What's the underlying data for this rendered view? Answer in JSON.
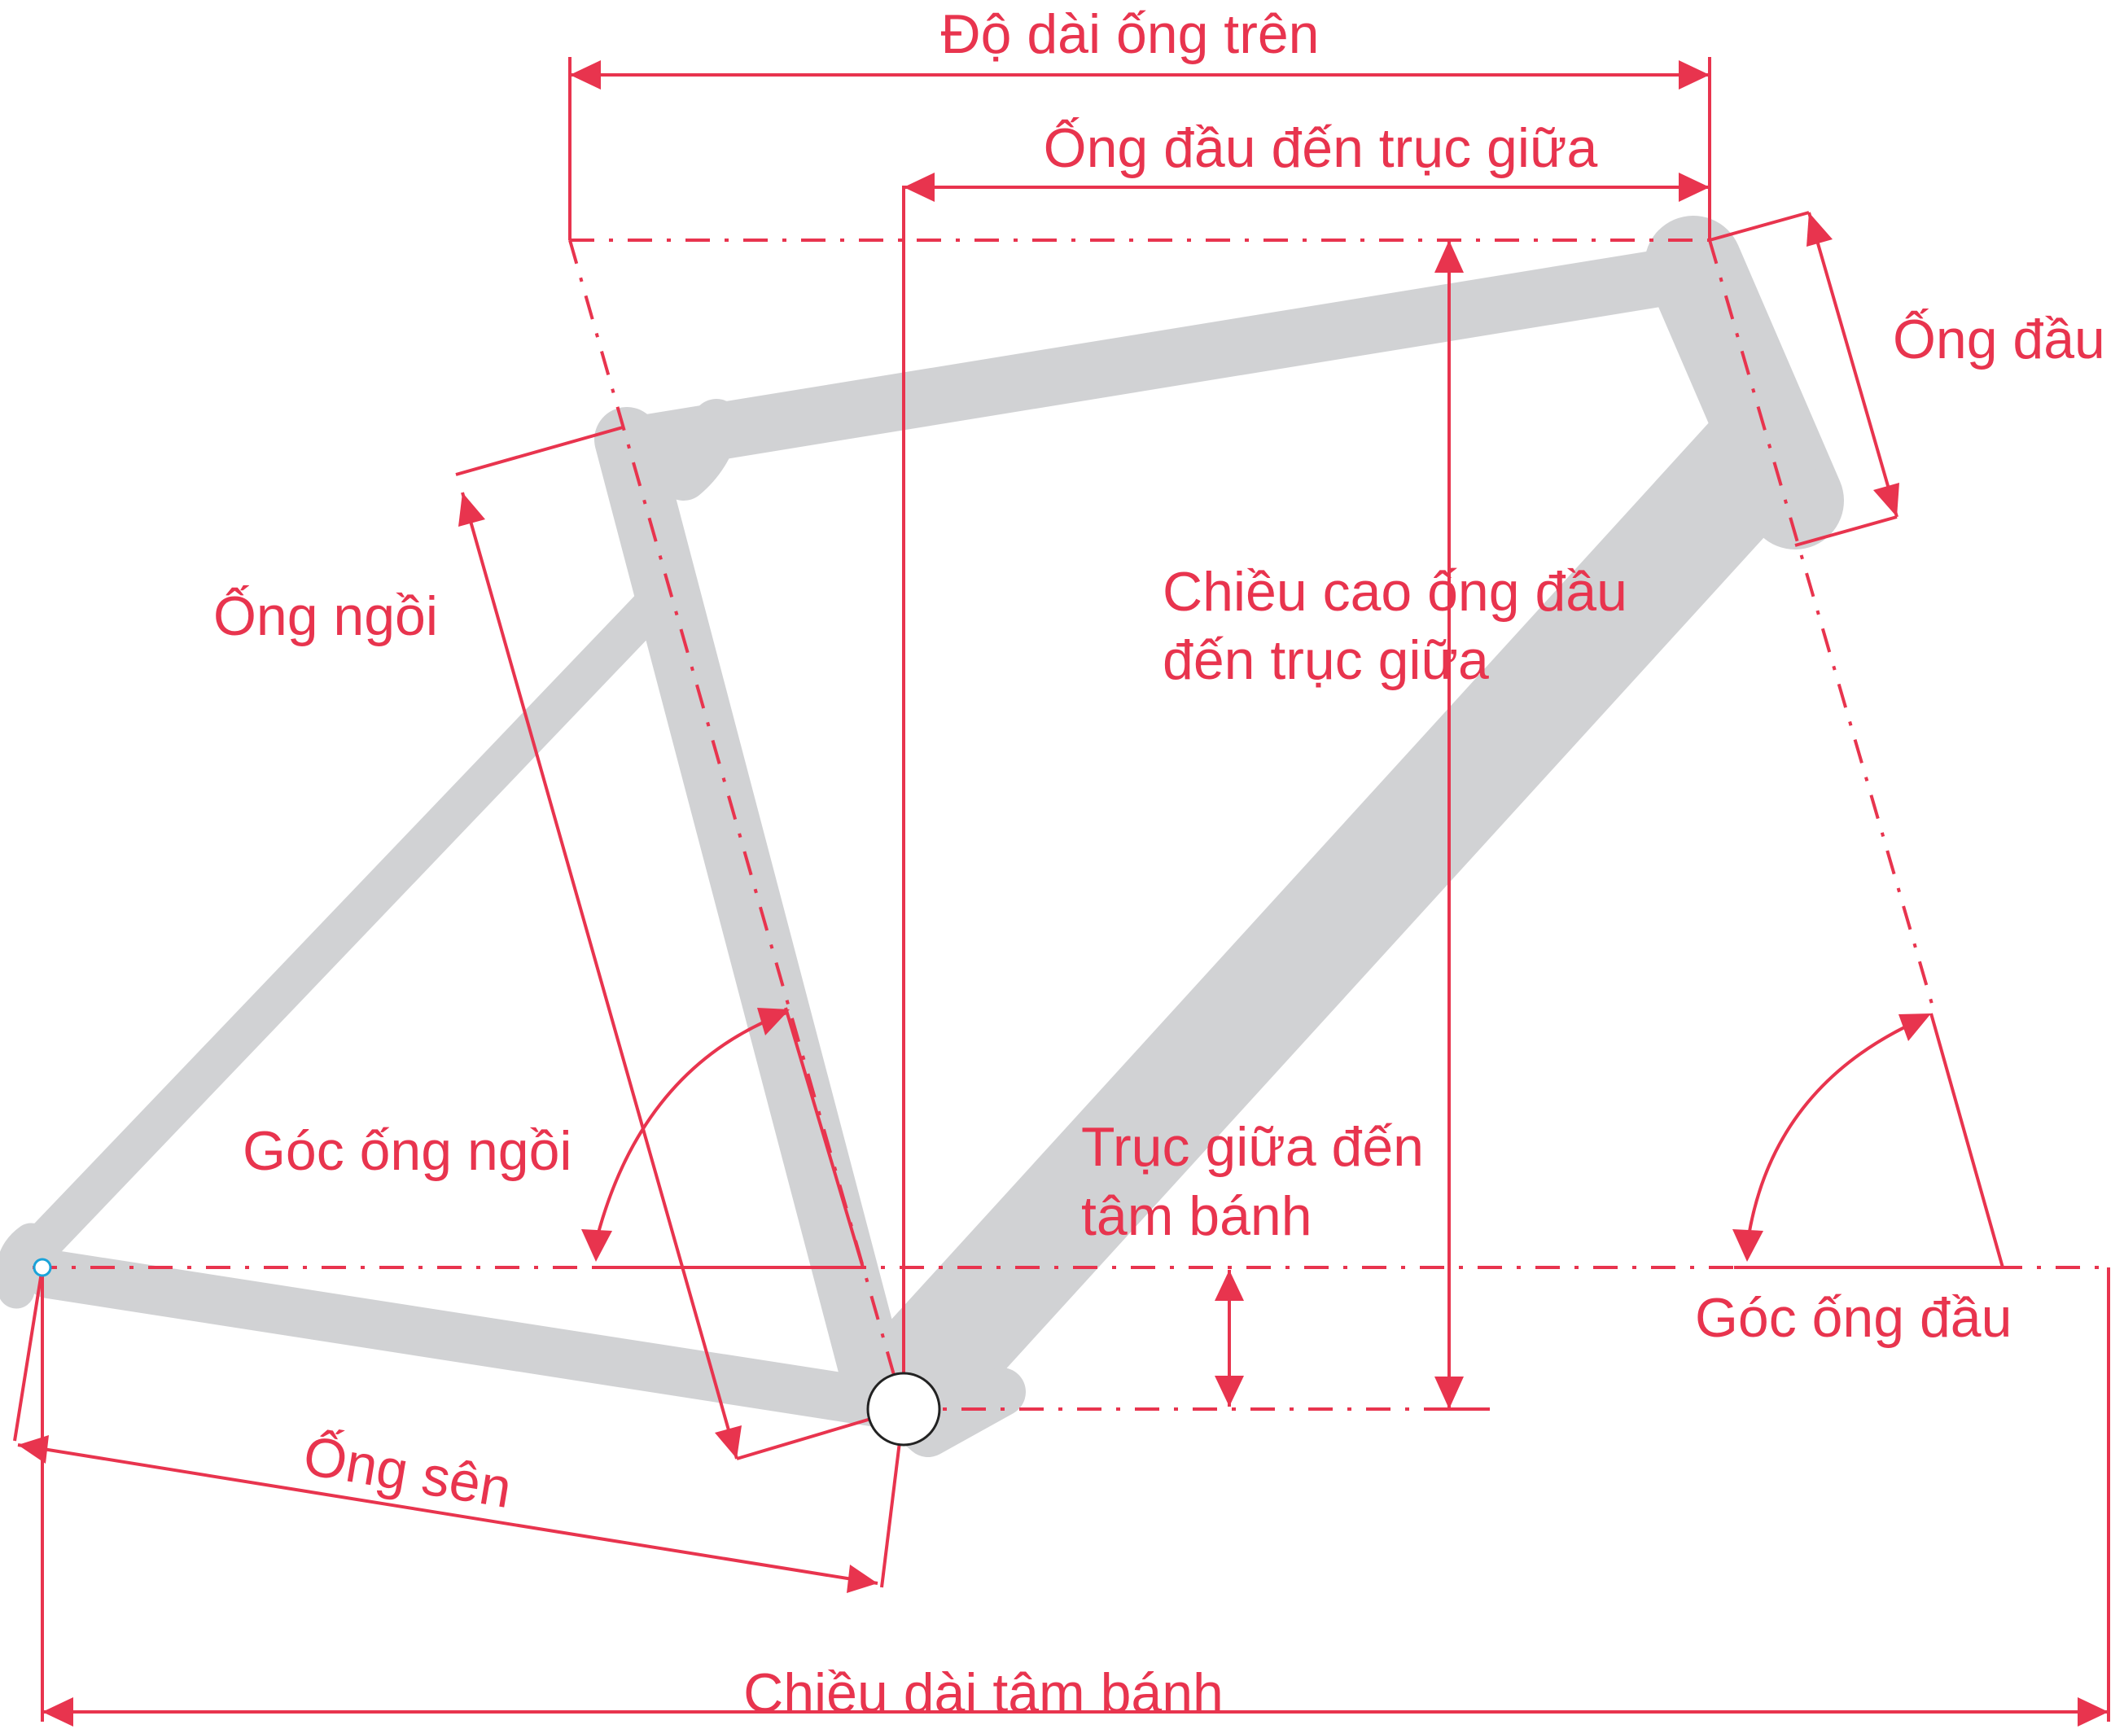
{
  "diagram": {
    "labels": {
      "top_tube_length": "Độ dài ống trên",
      "reach": "Ống đầu đến trục giữa",
      "head_tube": "Ống đầu",
      "seat_tube": "Ống ngồi",
      "stack_line1": "Chiều cao ống đầu",
      "stack_line2": "đến trục giữa",
      "seat_angle": "Góc ống ngồi",
      "bb_drop_line1": "Trục giữa đến",
      "bb_drop_line2": "tâm bánh",
      "head_angle": "Góc ống đầu",
      "chainstay": "Ống sên",
      "wheelbase": "Chiều dài tâm bánh"
    },
    "colors": {
      "accent": "#e8344e",
      "frame": "#d1d2d4"
    }
  }
}
